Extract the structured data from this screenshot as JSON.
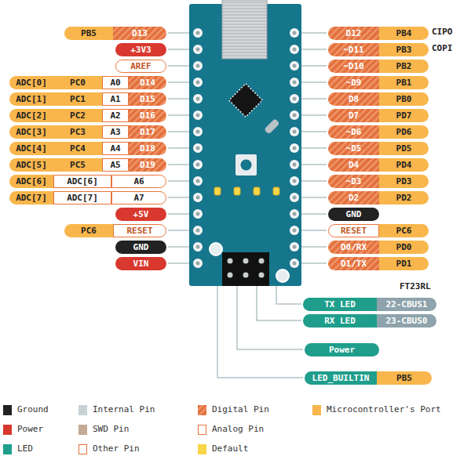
{
  "diagram": {
    "nodes": [
      {
        "text": [
          "PB5"
        ]
      },
      {
        "text": [
          "D13"
        ]
      },
      {
        "text": [
          "+3V3"
        ]
      },
      {
        "text": [
          "AREF"
        ]
      },
      {
        "text": [
          "ADC[0]"
        ]
      },
      {
        "text": [
          "PC0"
        ]
      },
      {
        "text": [
          "A0"
        ]
      },
      {
        "text": [
          "D14"
        ]
      },
      {
        "text": [
          "ADC[1]"
        ]
      },
      {
        "text": [
          "PC1"
        ]
      },
      {
        "text": [
          "A1"
        ]
      },
      {
        "text": [
          "D15"
        ]
      },
      {
        "text": [
          "ADC[2]"
        ]
      },
      {
        "text": [
          "PC2"
        ]
      },
      {
        "text": [
          "A2"
        ]
      },
      {
        "text": [
          "D16"
        ]
      },
      {
        "text": [
          "ADC[3]"
        ]
      },
      {
        "text": [
          "PC3"
        ]
      },
      {
        "text": [
          "A3"
        ]
      },
      {
        "text": [
          "D17"
        ]
      },
      {
        "text": [
          "ADC[4]"
        ]
      },
      {
        "text": [
          "PC4"
        ]
      },
      {
        "text": [
          "A4"
        ]
      },
      {
        "text": [
          "D18"
        ]
      },
      {
        "text": [
          "ADC[5]"
        ]
      },
      {
        "text": [
          "PC5"
        ]
      },
      {
        "text": [
          "A5"
        ]
      },
      {
        "text": [
          "D19"
        ]
      },
      {
        "text": [
          "ADC[6]"
        ]
      },
      {
        "text": [
          "ADC[6]"
        ]
      },
      {
        "text": [
          "A6"
        ]
      },
      {
        "text": [
          "ADC[7]"
        ]
      },
      {
        "text": [
          "ADC[7]"
        ]
      },
      {
        "text": [
          "A7"
        ]
      },
      {
        "text": [
          "+5V"
        ]
      },
      {
        "text": [
          "PC6"
        ]
      },
      {
        "text": [
          "RESET"
        ]
      },
      {
        "text": [
          "GND"
        ]
      },
      {
        "text": [
          "VIN"
        ]
      },
      {
        "text": [
          "D12"
        ]
      },
      {
        "text": [
          "PB4"
        ]
      },
      {
        "text": [
          "~D11"
        ]
      },
      {
        "text": [
          "PB3"
        ]
      },
      {
        "text": [
          "~D10"
        ]
      },
      {
        "text": [
          "PB2"
        ]
      },
      {
        "text": [
          "~D9"
        ]
      },
      {
        "text": [
          "PB1"
        ]
      },
      {
        "text": [
          "D8"
        ]
      },
      {
        "text": [
          "PB0"
        ]
      },
      {
        "text": [
          "D7"
        ]
      },
      {
        "text": [
          "PD7"
        ]
      },
      {
        "text": [
          "~D6"
        ]
      },
      {
        "text": [
          "PD6"
        ]
      },
      {
        "text": [
          "~D5"
        ]
      },
      {
        "text": [
          "PD5"
        ]
      },
      {
        "text": [
          "D4"
        ]
      },
      {
        "text": [
          "PD4"
        ]
      },
      {
        "text": [
          "~D3"
        ]
      },
      {
        "text": [
          "PD3"
        ]
      },
      {
        "text": [
          "D2"
        ]
      },
      {
        "text": [
          "PD2"
        ]
      },
      {
        "text": [
          "GND"
        ]
      },
      {
        "text": [
          "RESET"
        ]
      },
      {
        "text": [
          "PC6"
        ]
      },
      {
        "text": [
          "D0/RX"
        ]
      },
      {
        "text": [
          "PD0"
        ]
      },
      {
        "text": [
          "D1/TX"
        ]
      },
      {
        "text": [
          "PD1"
        ]
      },
      {
        "text": [
          "TX LED"
        ]
      },
      {
        "text": [
          "22-CBUS1"
        ]
      },
      {
        "text": [
          "RX LED"
        ]
      },
      {
        "text": [
          "23-CBUS0"
        ]
      },
      {
        "text": [
          "Power"
        ]
      },
      {
        "text": [
          "LED_BUILTIN"
        ]
      },
      {
        "text": [
          "PB5"
        ]
      }
    ],
    "labels": [
      "CIPO",
      "COPI",
      "FT23RL"
    ],
    "legend": [
      {
        "text": "Ground",
        "color": "#222222"
      },
      {
        "text": "Internal Pin",
        "color": "#c6d2d4"
      },
      {
        "text": "Digital Pin"
      },
      {
        "text": "Microcontroller's Port",
        "color": "#f8b64c"
      },
      {
        "text": "Power",
        "color": "#d9382e"
      },
      {
        "text": "SWD Pin",
        "color": "#c2aa94"
      },
      {
        "text": "Analog Pin"
      },
      {
        "text": "LED",
        "color": "#1f9e8c"
      },
      {
        "text": "Other Pin"
      },
      {
        "text": "Default",
        "color": "#f9d648"
      }
    ]
  }
}
